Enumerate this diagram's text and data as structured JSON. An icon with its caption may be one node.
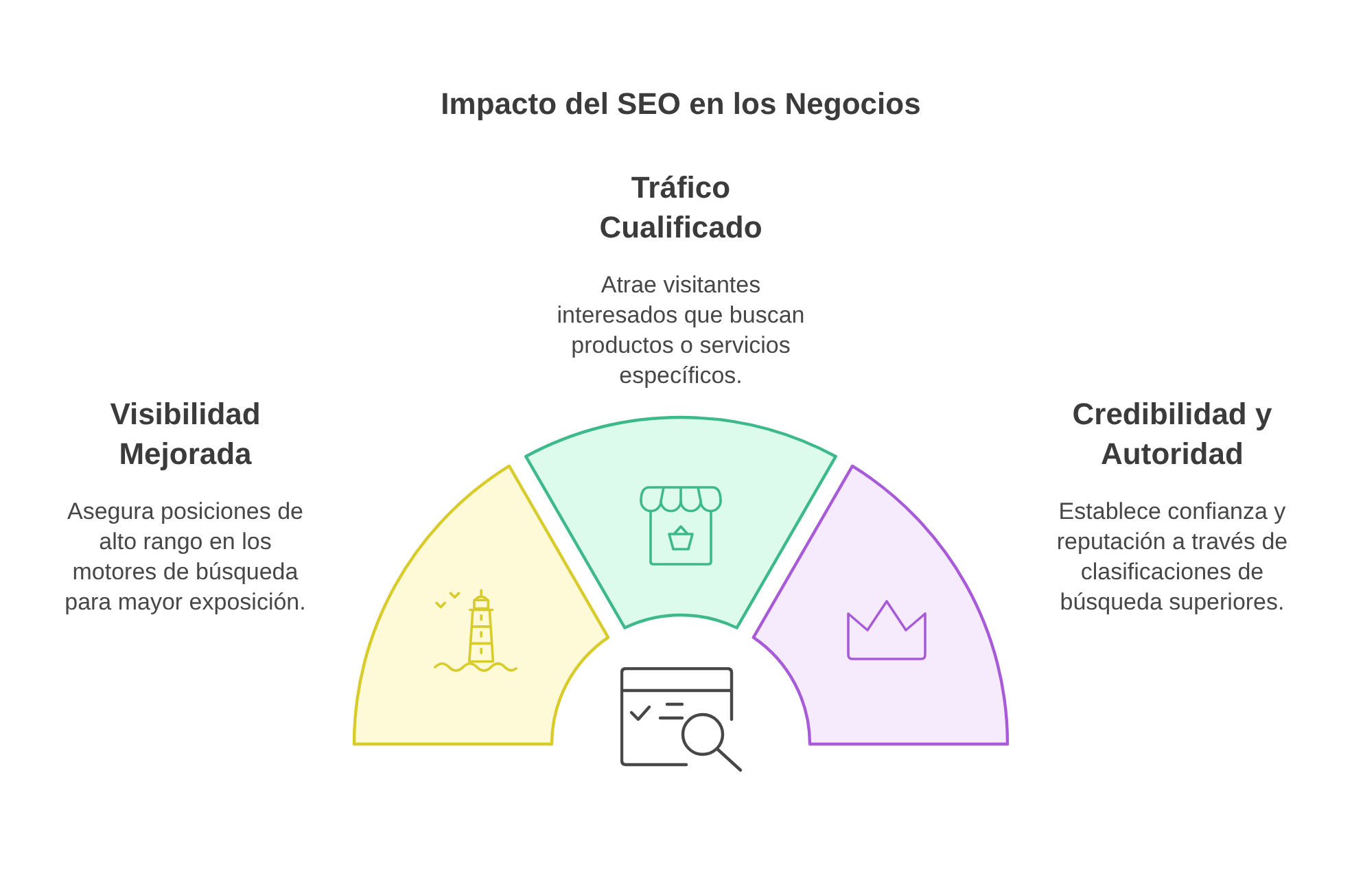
{
  "diagram": {
    "title": "Impacto del SEO en los Negocios",
    "nodes": [
      {
        "text": [
          "Visibilidad Mejorada",
          "Asegura posiciones de alto rango en los motores de búsqueda para mayor exposición."
        ]
      },
      {
        "text": [
          "Tráfico Cualificado",
          "Atrae visitantes interesados que buscan productos o servicios específicos."
        ]
      },
      {
        "text": [
          "Credibilidad y Autoridad",
          "Establece confianza y reputación a través de clasificaciones de búsqueda superiores."
        ]
      }
    ]
  }
}
